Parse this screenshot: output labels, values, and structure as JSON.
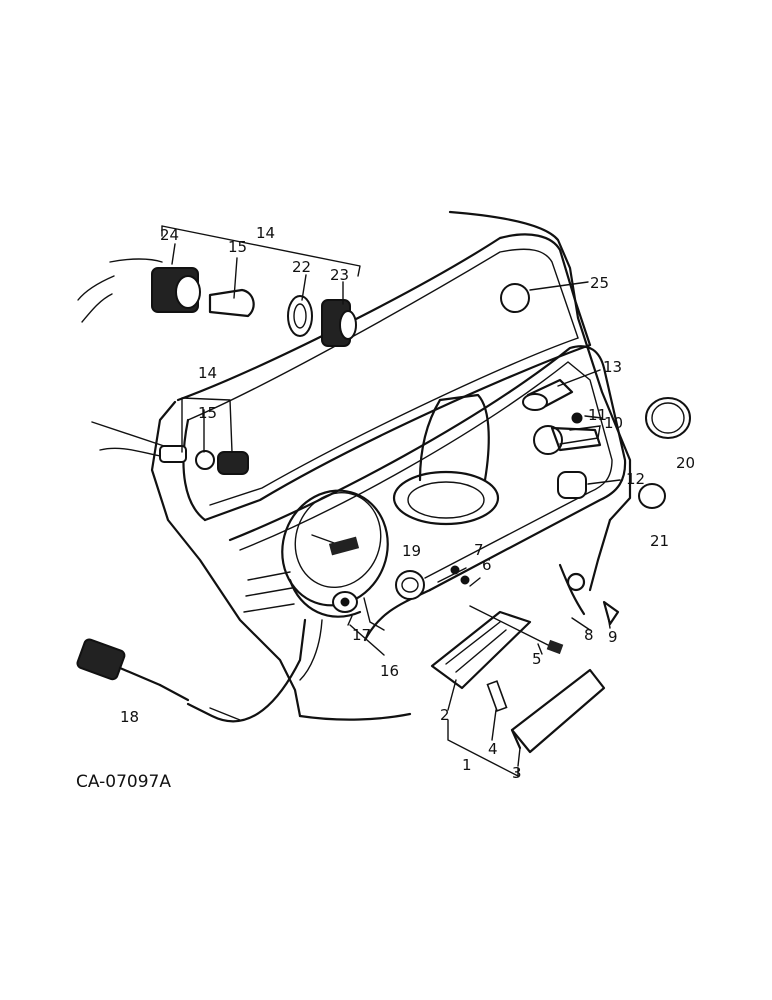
{
  "diagram_code": "CA-07097A",
  "callouts": [
    "1",
    "2",
    "3",
    "4",
    "5",
    "6",
    "7",
    "8",
    "9",
    "10",
    "11",
    "12",
    "13",
    "14",
    "15",
    "16",
    "17",
    "18",
    "19",
    "20",
    "21",
    "22",
    "23",
    "24",
    "25"
  ],
  "callouts_repeat": {
    "14b": "14",
    "15b": "15"
  }
}
